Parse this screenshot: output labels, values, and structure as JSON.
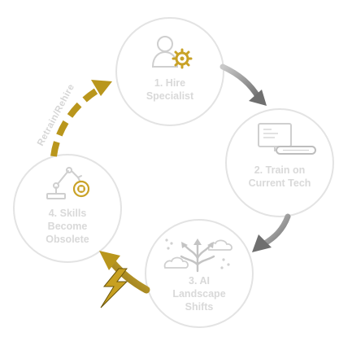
{
  "cycle": {
    "nodes": [
      {
        "id": "hire",
        "line1": "1. Hire",
        "line2": "Specialist",
        "icon": "person-gear-icon"
      },
      {
        "id": "train",
        "line1": "2. Train on",
        "line2": "Current Tech",
        "icon": "monitor-keyboard-icon"
      },
      {
        "id": "shift",
        "line1": "3. AI",
        "line2": "Landscape",
        "line3": "Shifts",
        "icon": "branching-arrows-clouds-icon"
      },
      {
        "id": "obsolete",
        "line1": "4. Skills",
        "line2": "Become",
        "line3": "Obsolete",
        "icon": "robot-arm-chip-icon"
      }
    ],
    "return_label": "Retrain/Rehire",
    "colors": {
      "circle_stroke": "#e3e3e3",
      "label_text": "#d9d9d9",
      "gray_arrow": "#7f7f7f",
      "gold_arrow": "#b9961c",
      "icon_gold": "#c9a227",
      "lightning": "#c7a021"
    }
  }
}
